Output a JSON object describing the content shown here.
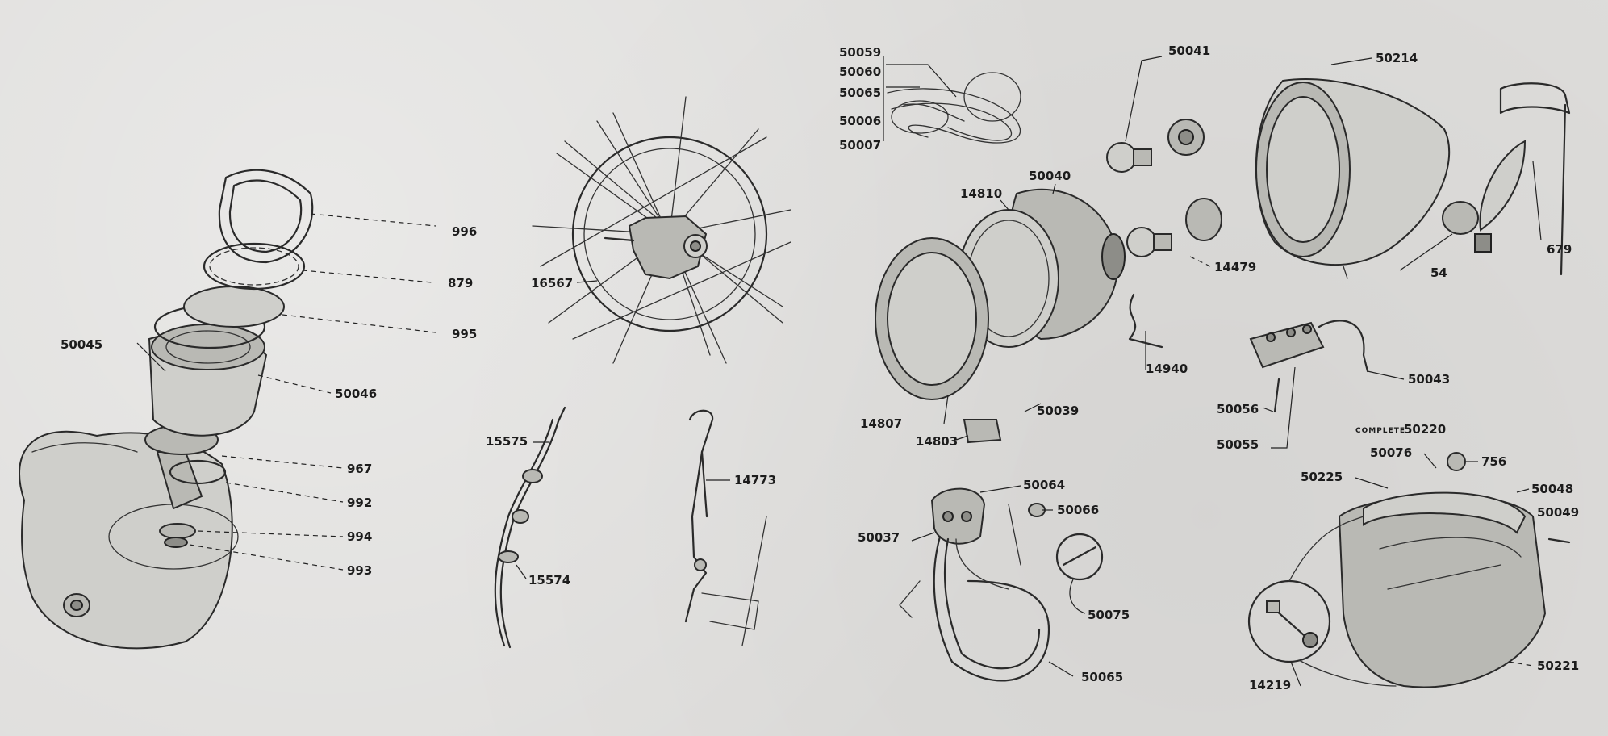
{
  "labels": {
    "l996": "996",
    "l879": "879",
    "l995": "995",
    "l50045": "50045",
    "l50046": "50046",
    "l967": "967",
    "l992": "992",
    "l994": "994",
    "l993": "993",
    "l16567": "16567",
    "l15575": "15575",
    "l15574": "15574",
    "l14773": "14773",
    "l50059": "50059",
    "l50060": "50060",
    "l50065a": "50065",
    "l50006": "50006",
    "l50007": "50007",
    "l50041": "50041",
    "l14810": "14810",
    "l50040": "50040",
    "l14479": "14479",
    "l14940": "14940",
    "l14807": "14807",
    "l50039": "50039",
    "l14803": "14803",
    "l50064": "50064",
    "l50066": "50066",
    "l50037": "50037",
    "l50075": "50075",
    "l50065b": "50065",
    "l50214": "50214",
    "l679": "679",
    "l54": "54",
    "l50043": "50043",
    "l50056": "50056",
    "l50055": "50055",
    "lcomplete": "COMPLETE",
    "l50220": "50220",
    "l50076": "50076",
    "l756": "756",
    "l50225": "50225",
    "l50048": "50048",
    "l50049": "50049",
    "l50221": "50221",
    "l14219": "14219"
  }
}
